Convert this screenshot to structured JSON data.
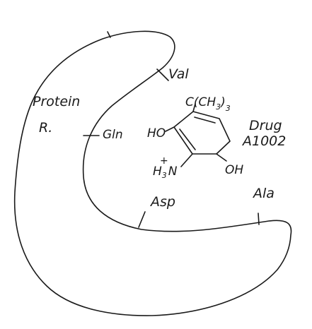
{
  "protein": {
    "name_line1": "Protein",
    "name_line2": "R."
  },
  "drug": {
    "name_line1": "Drug",
    "name_line2": "A1002"
  },
  "residues": {
    "val": "Val",
    "gln": "Gln",
    "asp": "Asp",
    "ala": "Ala"
  },
  "molecule": {
    "tert_butyl_c": "C(CH",
    "tert_butyl_sub3a": "3",
    "tert_butyl_close": ")",
    "tert_butyl_sub3b": "3",
    "hydroxyl_left": "HO",
    "hydroxyl_right": "OH",
    "ammonium_plus": "+",
    "ammonium_h": "H",
    "ammonium_sub3": "3",
    "ammonium_n": "N"
  }
}
